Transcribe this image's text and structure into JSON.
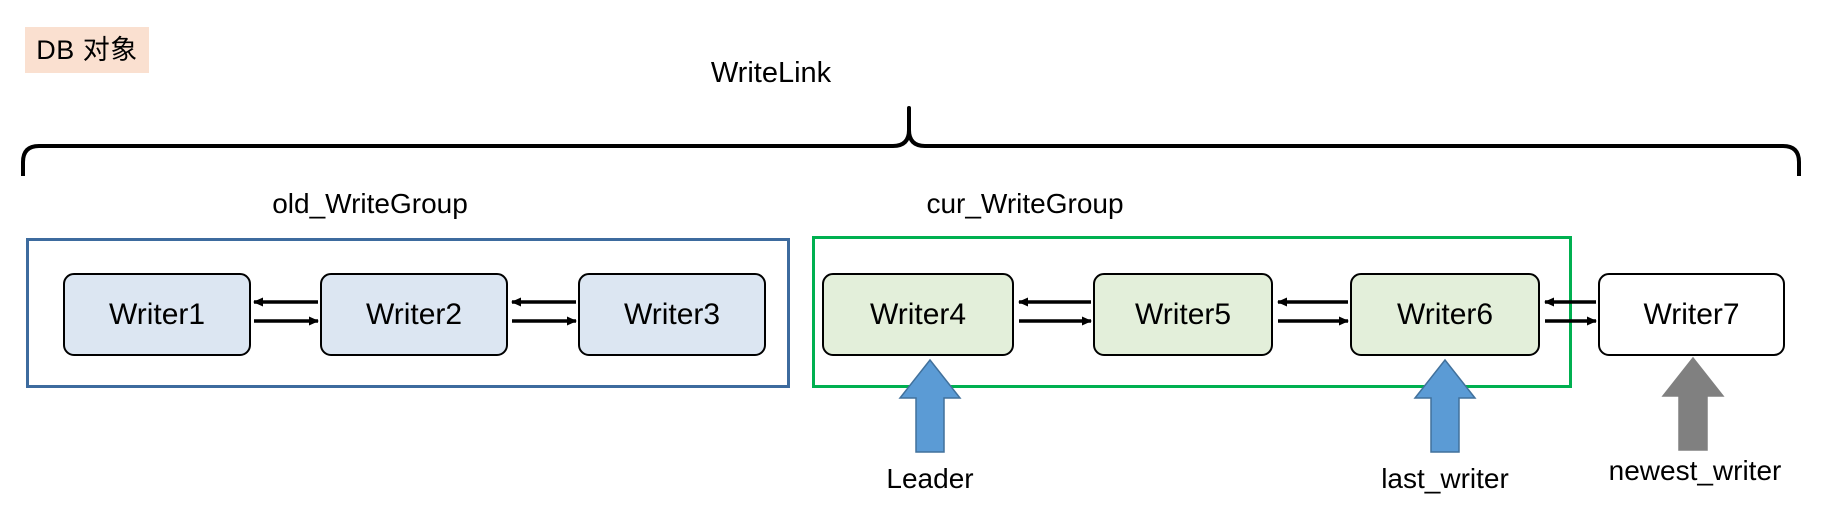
{
  "diagram": {
    "title_badge": "DB 对象",
    "link_label": "WriteLink",
    "badge_color": "#fae0d0"
  },
  "groups": [
    {
      "id": "old",
      "caption": "old_WriteGroup",
      "border_color": "#3d6b9e",
      "node_fill": "#dce6f2"
    },
    {
      "id": "cur",
      "caption": "cur_WriteGroup",
      "border_color": "#00b050",
      "node_fill": "#e3efda"
    }
  ],
  "writers": [
    {
      "label": "Writer1",
      "group": "old",
      "fill": "#dce6f2"
    },
    {
      "label": "Writer2",
      "group": "old",
      "fill": "#dce6f2"
    },
    {
      "label": "Writer3",
      "group": "old",
      "fill": "#dce6f2"
    },
    {
      "label": "Writer4",
      "group": "cur",
      "fill": "#e3efda"
    },
    {
      "label": "Writer5",
      "group": "cur",
      "fill": "#e3efda"
    },
    {
      "label": "Writer6",
      "group": "cur",
      "fill": "#e3efda"
    },
    {
      "label": "Writer7",
      "group": "none",
      "fill": "#ffffff"
    }
  ],
  "pointers": [
    {
      "label": "Leader",
      "target": "Writer4",
      "color": "#5b9bd5"
    },
    {
      "label": "last_writer",
      "target": "Writer6",
      "color": "#5b9bd5"
    },
    {
      "label": "newest_writer",
      "target": "Writer7",
      "color": "#808080"
    }
  ],
  "icons": {
    "brace": "curly-brace-icon",
    "bidirectional_link": "double-arrow-icon",
    "up_arrow": "up-arrow-icon"
  }
}
